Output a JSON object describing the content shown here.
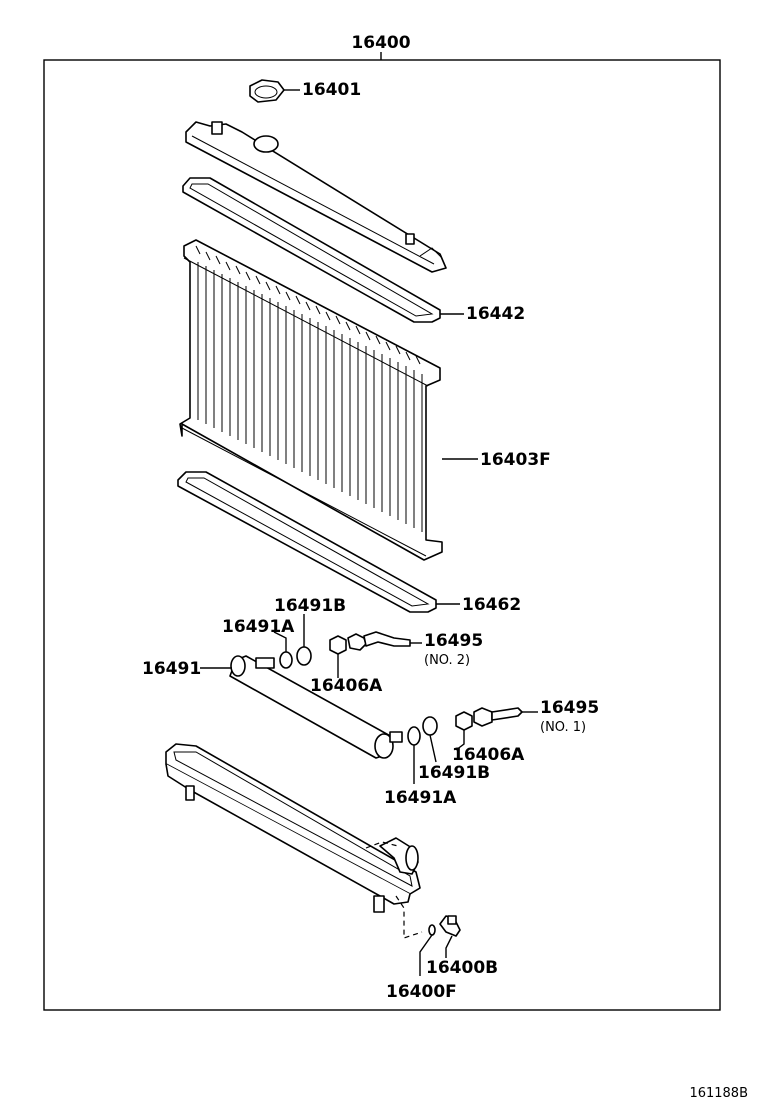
{
  "labels": {
    "assembly": "16400",
    "cap": "16401",
    "upper_gasket": "16442",
    "core": "16403F",
    "lower_gasket": "16462",
    "oring_b_upper": "16491B",
    "oring_a_upper": "16491A",
    "cooler": "16491",
    "pipe_no2": "16495",
    "pipe_no2_note": "(NO. 2)",
    "nut_upper": "16406A",
    "pipe_no1": "16495",
    "pipe_no1_note": "(NO. 1)",
    "nut_lower": "16406A",
    "oring_b_lower": "16491B",
    "oring_a_lower": "16491A",
    "drain_cock": "16400B",
    "drain_oring": "16400F"
  },
  "figure_code": "161188B"
}
